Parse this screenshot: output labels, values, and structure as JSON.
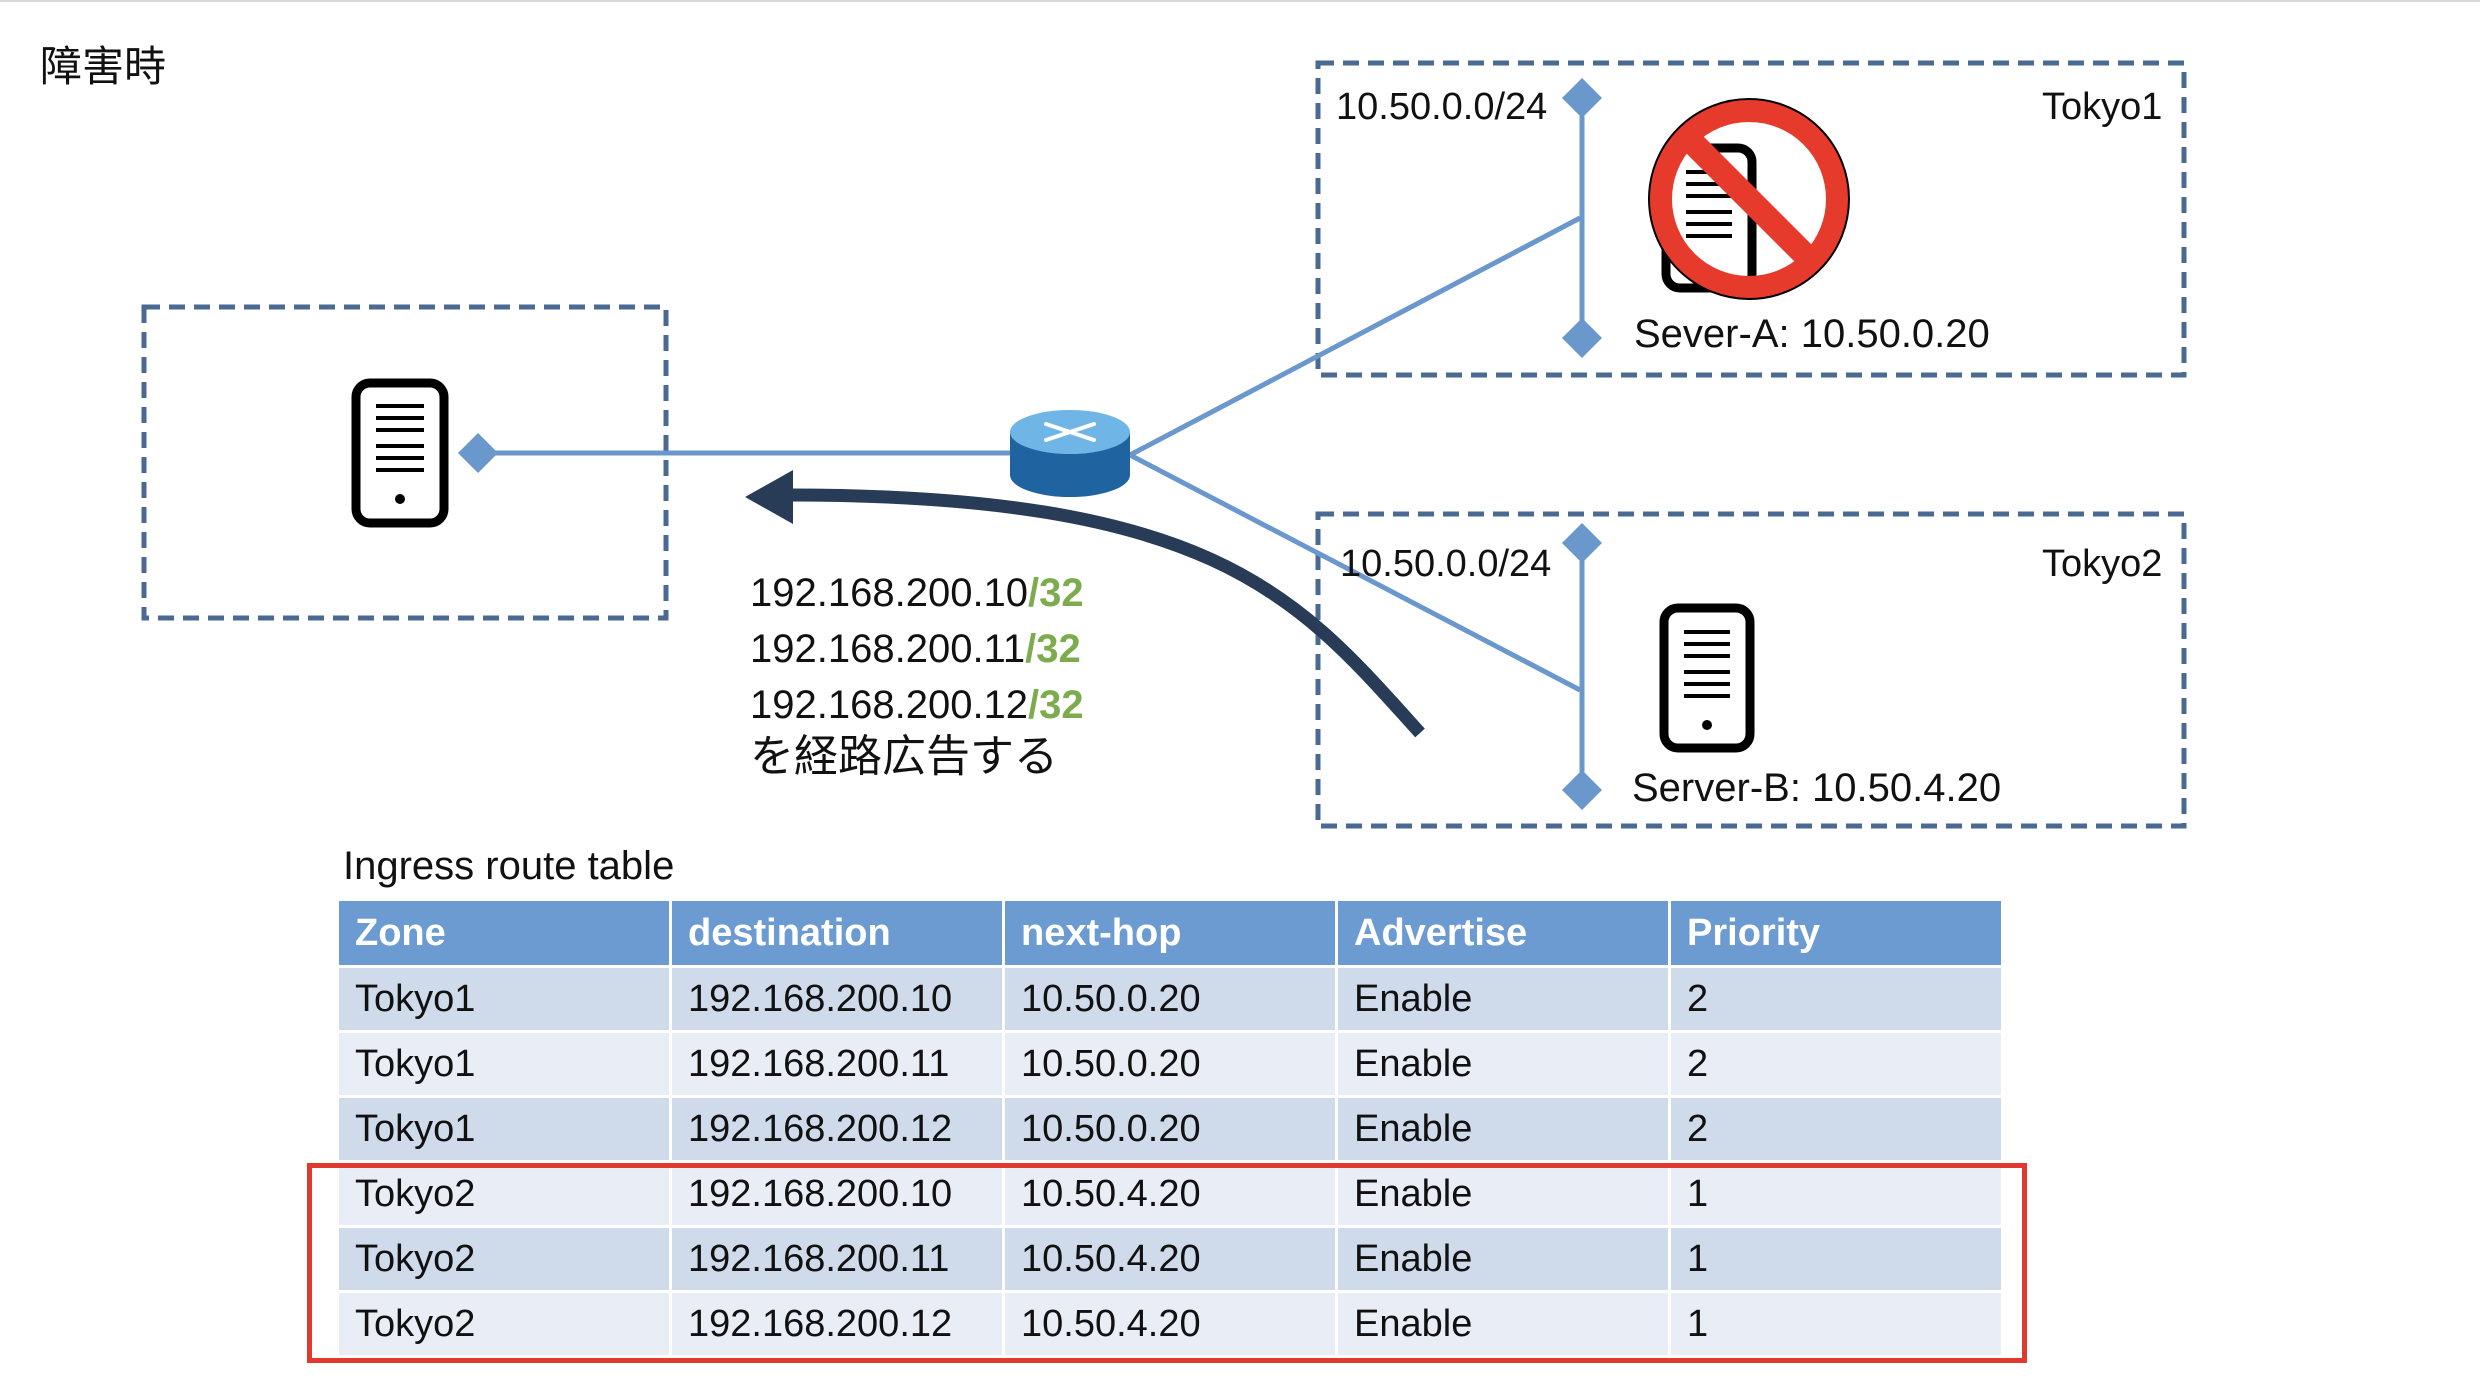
{
  "title": "障害時",
  "zones": {
    "tokyo1": {
      "name": "Tokyo1",
      "subnet": "10.50.0.0/24",
      "server_label": "Sever-A: 10.50.0.20"
    },
    "tokyo2": {
      "name": "Tokyo2",
      "subnet": "10.50.0.0/24",
      "server_label": "Server-B: 10.50.4.20"
    }
  },
  "advertisement": {
    "routes": [
      {
        "ip": "192.168.200.10",
        "mask": "/32"
      },
      {
        "ip": "192.168.200.11",
        "mask": "/32"
      },
      {
        "ip": "192.168.200.12",
        "mask": "/32"
      }
    ],
    "note": "を経路広告する"
  },
  "table": {
    "caption": "Ingress route table",
    "headers": [
      "Zone",
      "destination",
      "next-hop",
      "Advertise",
      "Priority"
    ],
    "rows": [
      [
        "Tokyo1",
        "192.168.200.10",
        "10.50.0.20",
        "Enable",
        "2"
      ],
      [
        "Tokyo1",
        "192.168.200.11",
        "10.50.0.20",
        "Enable",
        "2"
      ],
      [
        "Tokyo1",
        "192.168.200.12",
        "10.50.0.20",
        "Enable",
        "2"
      ],
      [
        "Tokyo2",
        "192.168.200.10",
        "10.50.4.20",
        "Enable",
        "1"
      ],
      [
        "Tokyo2",
        "192.168.200.11",
        "10.50.4.20",
        "Enable",
        "1"
      ],
      [
        "Tokyo2",
        "192.168.200.12",
        "10.50.4.20",
        "Enable",
        "1"
      ]
    ]
  },
  "icons": {
    "client": "server-icon",
    "router": "router-icon",
    "server_a": "server-icon",
    "server_b": "server-icon",
    "failure": "prohibited-icon",
    "flow": "curved-arrow-icon"
  },
  "colors": {
    "link": "#6a98cc",
    "dashed_border": "#4a6a92",
    "mask_green": "#7dac4e",
    "arrow": "#283c58",
    "prohibit_red": "#e53a2c",
    "table_header": "#6c9bd2",
    "highlight": "#e03a2e"
  }
}
